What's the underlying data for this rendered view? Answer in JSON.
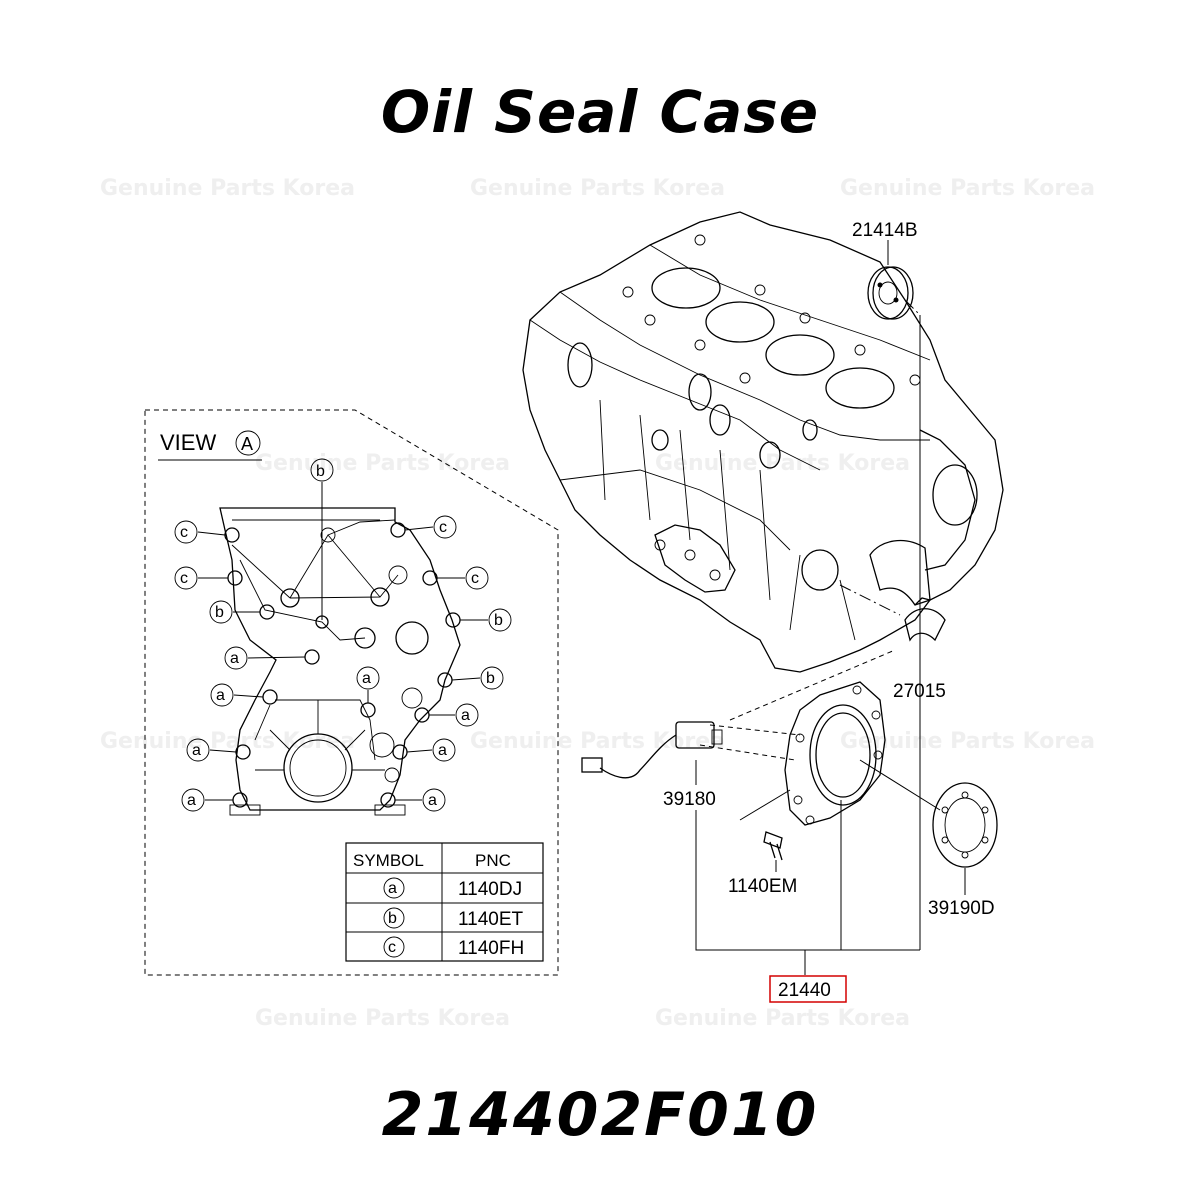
{
  "title": "Oil Seal Case",
  "part_number": "214402F010",
  "watermark": "Genuine Parts Korea",
  "view_label": "VIEW",
  "view_letter": "A",
  "callouts": {
    "p21414B": "21414B",
    "p27015": "27015",
    "p39180": "39180",
    "p1140EM": "1140EM",
    "p39190D": "39190D",
    "p21440": "21440"
  },
  "legend": {
    "headers": [
      "SYMBOL",
      "PNC"
    ],
    "rows": [
      {
        "symbol": "a",
        "pnc": "1140DJ"
      },
      {
        "symbol": "b",
        "pnc": "1140ET"
      },
      {
        "symbol": "c",
        "pnc": "1140FH"
      }
    ]
  },
  "symbols": {
    "a": "a",
    "b": "b",
    "c": "c"
  },
  "highlight_color": "#d40000"
}
